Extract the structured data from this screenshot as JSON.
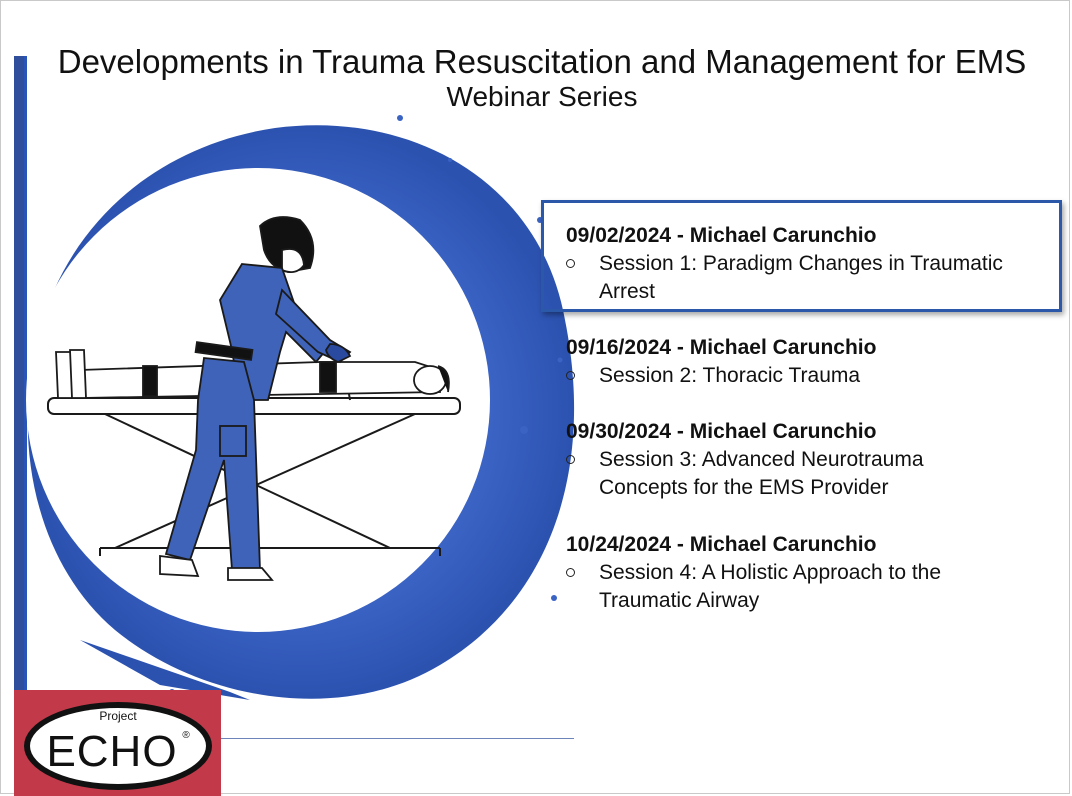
{
  "slide": {
    "title": "Developments in Trauma Resuscitation and Management for EMS",
    "subtitle": "Webinar Series"
  },
  "sessions": [
    {
      "header": "09/02/2024 - Michael Carunchio",
      "lines": [
        "Session 1: Paradigm Changes in Traumatic",
        "Arrest"
      ],
      "highlighted": true
    },
    {
      "header": "09/16/2024 - Michael Carunchio",
      "lines": [
        "Session 2: Thoracic Trauma"
      ],
      "highlighted": false
    },
    {
      "header": "09/30/2024 - Michael Carunchio",
      "lines": [
        "Session 3: Advanced Neurotrauma",
        "Concepts for the EMS Provider"
      ],
      "highlighted": false
    },
    {
      "header": "10/24/2024 - Michael Carunchio",
      "lines": [
        "Session 4: A Holistic Approach to the",
        "Traumatic Airway"
      ],
      "highlighted": false
    }
  ],
  "logo": {
    "top_text": "Project",
    "main_text": "ECHO",
    "registered_mark": "®"
  },
  "colors": {
    "accent_blue": "#2f5bb7",
    "dark_blue": "#2f4f9c",
    "logo_red": "#c23a4a",
    "highlight_border": "#2b58a8"
  },
  "icons": {
    "bullet": "hollow-circle-bullet",
    "illustration": "paramedic-with-patient-on-stretcher"
  }
}
